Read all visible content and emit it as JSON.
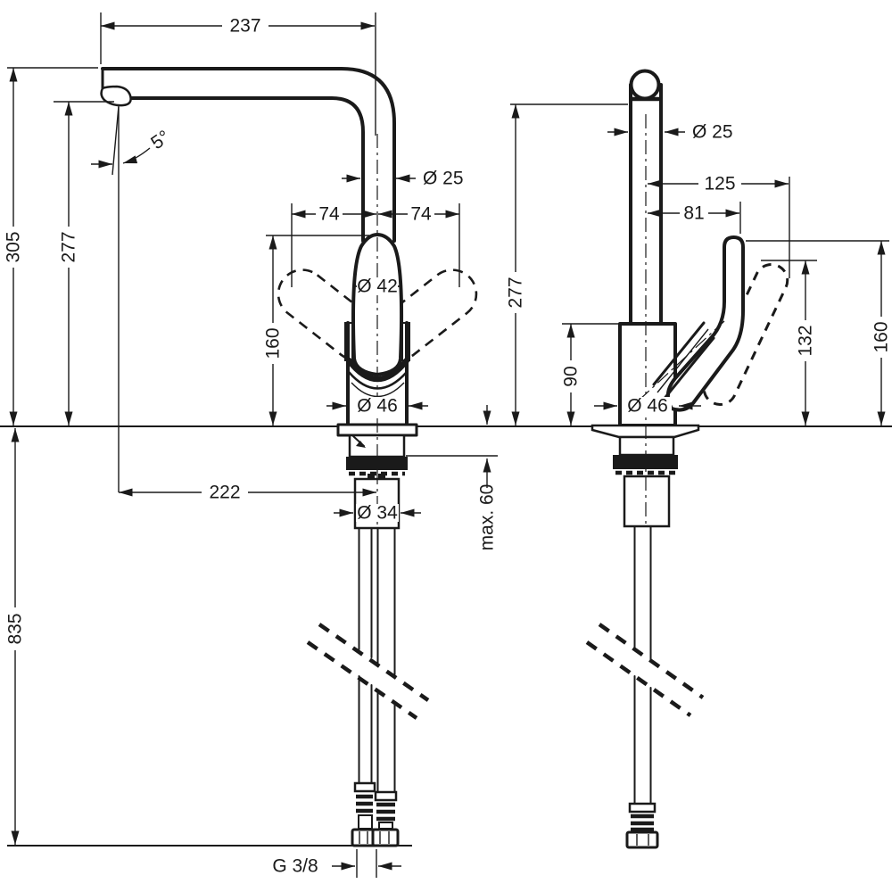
{
  "front_view": {
    "reach_top": "237",
    "overall_height": "305",
    "spout_height": "277",
    "spout_angle": "5°",
    "spout_pipe_diameter": "Ø 25",
    "swivel_left": "74",
    "swivel_right": "74",
    "handle_diameter": "Ø 42",
    "handle_height": "160",
    "body_diameter": "Ø 46",
    "aerator_reach": "222",
    "shank_diameter": "Ø 34",
    "max_counter_thickness": "max. 60",
    "hose_length": "835",
    "connection_thread": "G 3/8"
  },
  "side_view": {
    "spout_pipe_diameter": "Ø 25",
    "handle_reach": "125",
    "handle_offset": "81",
    "spout_height": "277",
    "body_height": "90",
    "handle_tilted_height": "132",
    "handle_upright_height": "160",
    "body_diameter": "Ø 46"
  }
}
